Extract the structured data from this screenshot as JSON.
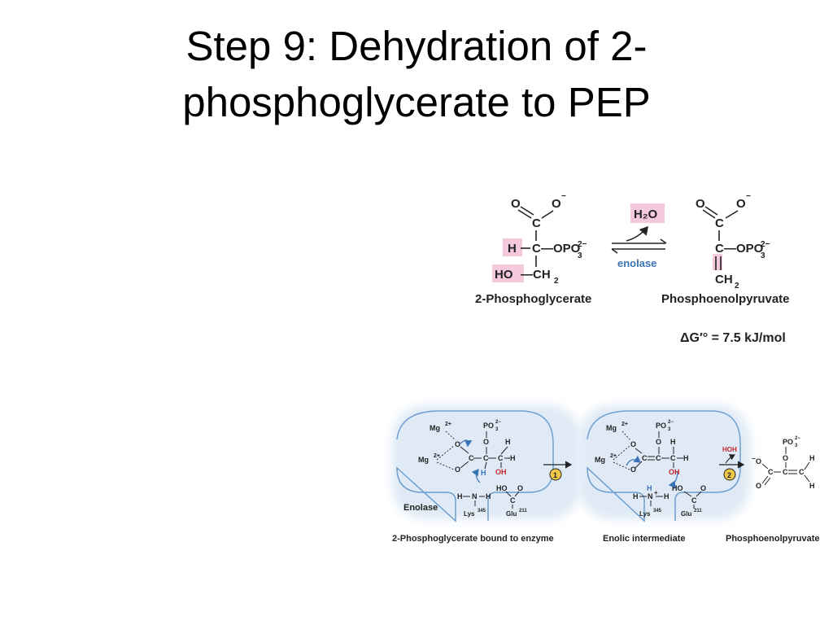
{
  "slide": {
    "title_line1": "Step 9:  Dehydration of 2-",
    "title_line2": "phosphoglycerate to PEP"
  },
  "reaction": {
    "reactant_name": "2-Phosphoglycerate",
    "product_name": "Phosphoenolpyruvate",
    "water_label": "H₂O",
    "enzyme_label": "enolase",
    "delta_g": "ΔG′° = 7.5  kJ/mol",
    "reactant_atoms": {
      "o1": "O",
      "o2": "O",
      "minus": "−",
      "c1": "C",
      "h": "H",
      "c2": "C",
      "opo3": "—OPO",
      "sub3": "3",
      "sup2": "2−",
      "ho": "HO",
      "ch2": "—CH",
      "sub2": "2"
    },
    "product_atoms": {
      "o1": "O",
      "o2": "O",
      "minus": "−",
      "c1": "C",
      "c2": "C",
      "opo3": "—OPO",
      "sub3": "3",
      "sup2": "2−",
      "ch2": "CH",
      "sub2": "2"
    }
  },
  "mechanism": {
    "enzyme_label": "Enolase",
    "step1": "1",
    "step2": "2",
    "hoh": "HOH",
    "panel1_caption": "2-Phosphoglycerate bound to enzyme",
    "panel2_caption": "Enolic intermediate",
    "panel3_caption": "Phosphoenolpyruvate",
    "mg": "Mg",
    "mg_charge": "2+",
    "po3": "PO",
    "po3_sub": "3",
    "po3_sup": "2−",
    "o": "O",
    "c": "C",
    "h": "H",
    "oh": "OH",
    "ho": "HO",
    "n": "N",
    "minus": "−",
    "plus": "+",
    "lys": "Lys",
    "lys_num": "345",
    "glu": "Glu",
    "glu_num": "211"
  },
  "colors": {
    "highlight": "#f4c9dc",
    "enzyme_blue": "#3a74b5",
    "blob_fill": "#dfeaf6",
    "blob_stroke": "#6f9fcf",
    "oh_red": "#c0262d",
    "step_badge": "#f0c94a"
  }
}
